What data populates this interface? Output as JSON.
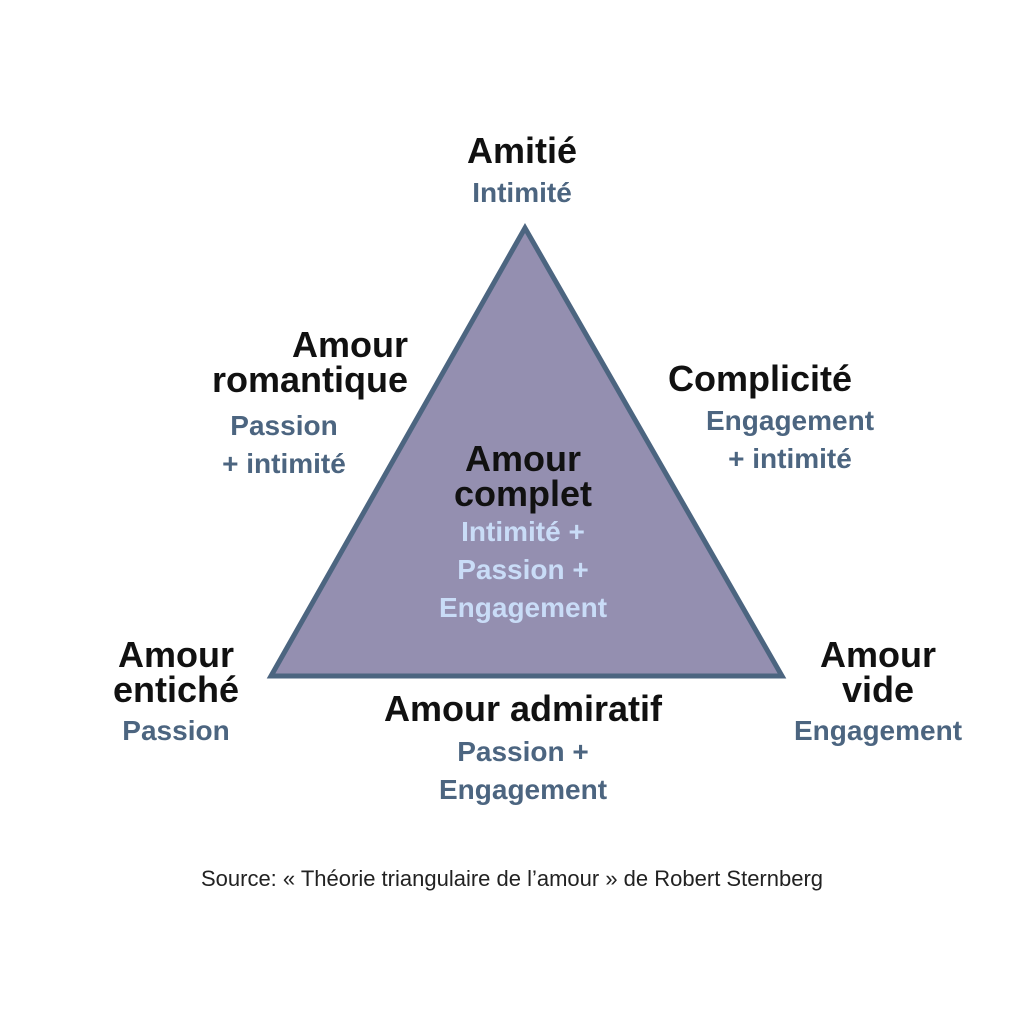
{
  "diagram": {
    "fill_color": "#948fb0",
    "stroke_color": "#4c6580",
    "label_color": "#111111",
    "sub_color": "#4c6580",
    "inner_sub_color": "#c9dcf7",
    "nodes": {
      "top": {
        "title": [
          "Amitié"
        ],
        "sub": [
          "Intimité"
        ]
      },
      "left_edge": {
        "title": [
          "Amour",
          "romantique"
        ],
        "sub": [
          "Passion",
          "+ intimité"
        ]
      },
      "right_edge": {
        "title": [
          "Complicité"
        ],
        "sub": [
          "Engagement",
          "+ intimité"
        ]
      },
      "center": {
        "title": [
          "Amour",
          "complet"
        ],
        "sub": [
          "Intimité +",
          "Passion +",
          "Engagement"
        ]
      },
      "bottom_left": {
        "title": [
          "Amour",
          "entiché"
        ],
        "sub": [
          "Passion"
        ]
      },
      "bottom_right": {
        "title": [
          "Amour",
          "vide"
        ],
        "sub": [
          "Engagement"
        ]
      },
      "bottom_edge": {
        "title": [
          "Amour admiratif"
        ],
        "sub": [
          "Passion +",
          "Engagement"
        ]
      }
    }
  },
  "source": "Source: « Théorie triangulaire de l’amour » de Robert Sternberg"
}
